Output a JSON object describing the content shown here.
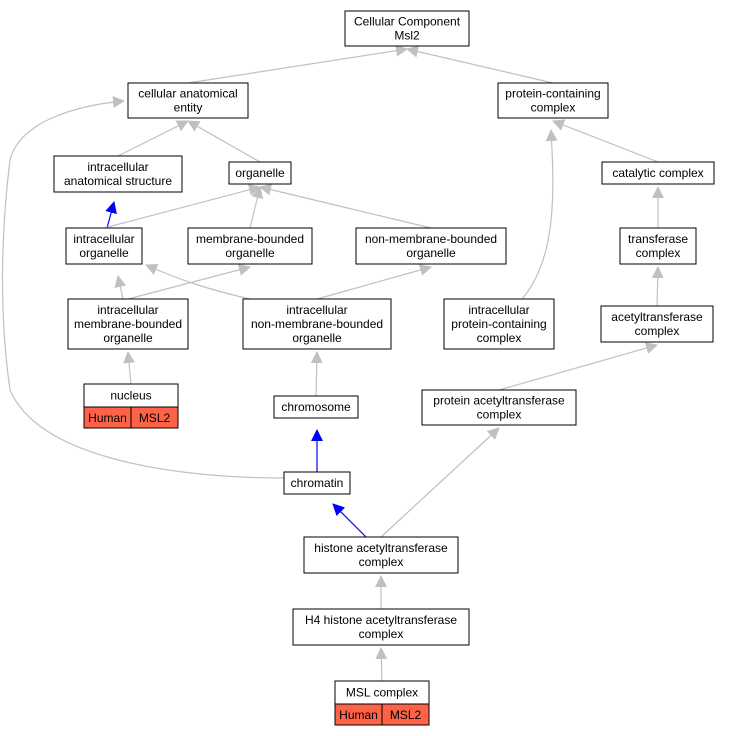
{
  "colors": {
    "edge_gray": "#c0c0c0",
    "edge_blue": "#0000ff",
    "annotation_fill": "#ff6347",
    "node_border": "#000000"
  },
  "nodes": {
    "root": [
      "Cellular Component",
      "Msl2"
    ],
    "cae": [
      "cellular anatomical",
      "entity"
    ],
    "pcc": [
      "protein-containing",
      "complex"
    ],
    "ias": [
      "intracellular",
      "anatomical structure"
    ],
    "org": [
      "organelle"
    ],
    "cat": [
      "catalytic complex"
    ],
    "io": [
      "intracellular",
      "organelle"
    ],
    "mbo": [
      "membrane-bounded",
      "organelle"
    ],
    "nmbo": [
      "non-membrane-bounded",
      "organelle"
    ],
    "tfc": [
      "transferase",
      "complex"
    ],
    "imbo": [
      "intracellular",
      "membrane-bounded",
      "organelle"
    ],
    "inmbo": [
      "intracellular",
      "non-membrane-bounded",
      "organelle"
    ],
    "ipcc": [
      "intracellular",
      "protein-containing",
      "complex"
    ],
    "atc": [
      "acetyltransferase",
      "complex"
    ],
    "nuc": [
      "nucleus"
    ],
    "chrs": [
      "chromosome"
    ],
    "pac": [
      "protein acetyltransferase",
      "complex"
    ],
    "chrt": [
      "chromatin"
    ],
    "hac": [
      "histone acetyltransferase",
      "complex"
    ],
    "h4": [
      "H4 histone acetyltransferase",
      "complex"
    ],
    "msl": [
      "MSL complex"
    ]
  },
  "annotations": {
    "nuc": [
      "Human",
      "MSL2"
    ],
    "msl": [
      "Human",
      "MSL2"
    ]
  },
  "edges": [
    {
      "from": "cae",
      "to": "root",
      "kind": "gray"
    },
    {
      "from": "pcc",
      "to": "root",
      "kind": "gray"
    },
    {
      "from": "ias",
      "to": "cae",
      "kind": "gray"
    },
    {
      "from": "org",
      "to": "cae",
      "kind": "gray"
    },
    {
      "from": "io",
      "to": "ias",
      "kind": "blue"
    },
    {
      "from": "io",
      "to": "org",
      "kind": "gray"
    },
    {
      "from": "mbo",
      "to": "org",
      "kind": "gray"
    },
    {
      "from": "nmbo",
      "to": "org",
      "kind": "gray"
    },
    {
      "from": "cat",
      "to": "pcc",
      "kind": "gray"
    },
    {
      "from": "tfc",
      "to": "cat",
      "kind": "gray"
    },
    {
      "from": "atc",
      "to": "tfc",
      "kind": "gray"
    },
    {
      "from": "imbo",
      "to": "io",
      "kind": "gray"
    },
    {
      "from": "imbo",
      "to": "mbo",
      "kind": "gray"
    },
    {
      "from": "inmbo",
      "to": "io",
      "kind": "gray"
    },
    {
      "from": "inmbo",
      "to": "nmbo",
      "kind": "gray"
    },
    {
      "from": "ipcc",
      "to": "pcc",
      "kind": "gray"
    },
    {
      "from": "nuc",
      "to": "imbo",
      "kind": "gray"
    },
    {
      "from": "chrs",
      "to": "inmbo",
      "kind": "gray"
    },
    {
      "from": "pac",
      "to": "atc",
      "kind": "gray"
    },
    {
      "from": "chrt",
      "to": "chrs",
      "kind": "blue"
    },
    {
      "from": "chrt",
      "to": "cae",
      "kind": "gray"
    },
    {
      "from": "hac",
      "to": "chrt",
      "kind": "blue"
    },
    {
      "from": "hac",
      "to": "pac",
      "kind": "gray"
    },
    {
      "from": "h4",
      "to": "hac",
      "kind": "gray"
    },
    {
      "from": "msl",
      "to": "h4",
      "kind": "gray"
    }
  ]
}
